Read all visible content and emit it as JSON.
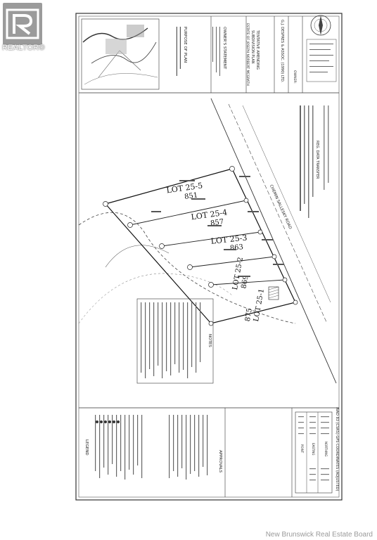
{
  "brand": {
    "logo_text": "REALTOR®",
    "watermark": "New Brunswick Real Estate Board"
  },
  "plan": {
    "title_block": {
      "firm": "G.J. DESPRES & ASSOC. (1990) LTD.",
      "plan_type_1": "TENTATIVE AMENDING",
      "plan_type_2": "SUBDIVISION PLAN",
      "estate": "ESTATE OF JOSEPH NORBERT MCGRATH",
      "purpose": "PURPOSE OF PLAN",
      "owners_statement": "OWNER'S STATEMENT",
      "owner": "OWNER:"
    },
    "lots": [
      {
        "lot": "LOT 25-5",
        "civic": "851"
      },
      {
        "lot": "LOT 25-4",
        "civic": "857"
      },
      {
        "lot": "LOT 25-3",
        "civic": "863"
      },
      {
        "lot": "LOT 25-2",
        "civic": "869"
      },
      {
        "lot": "LOT 25-1",
        "civic": "875"
      }
    ],
    "road": "CHEMIN SALLESKY ROAD",
    "notes_heading": "NOTES",
    "legend_heading": "LEGEND",
    "approval_heading": "APPROVALS",
    "coords_heading": "NAD 83 (CSRS) GPS COORDINATES (ADJUSTED)",
    "coords_cols": [
      "POINT",
      "EASTING",
      "NORTHING"
    ],
    "registration": "REG. DATA TRANSFER"
  },
  "colors": {
    "ink": "#222222",
    "paper": "#ffffff",
    "logo_bg": "#8a8a8a"
  }
}
